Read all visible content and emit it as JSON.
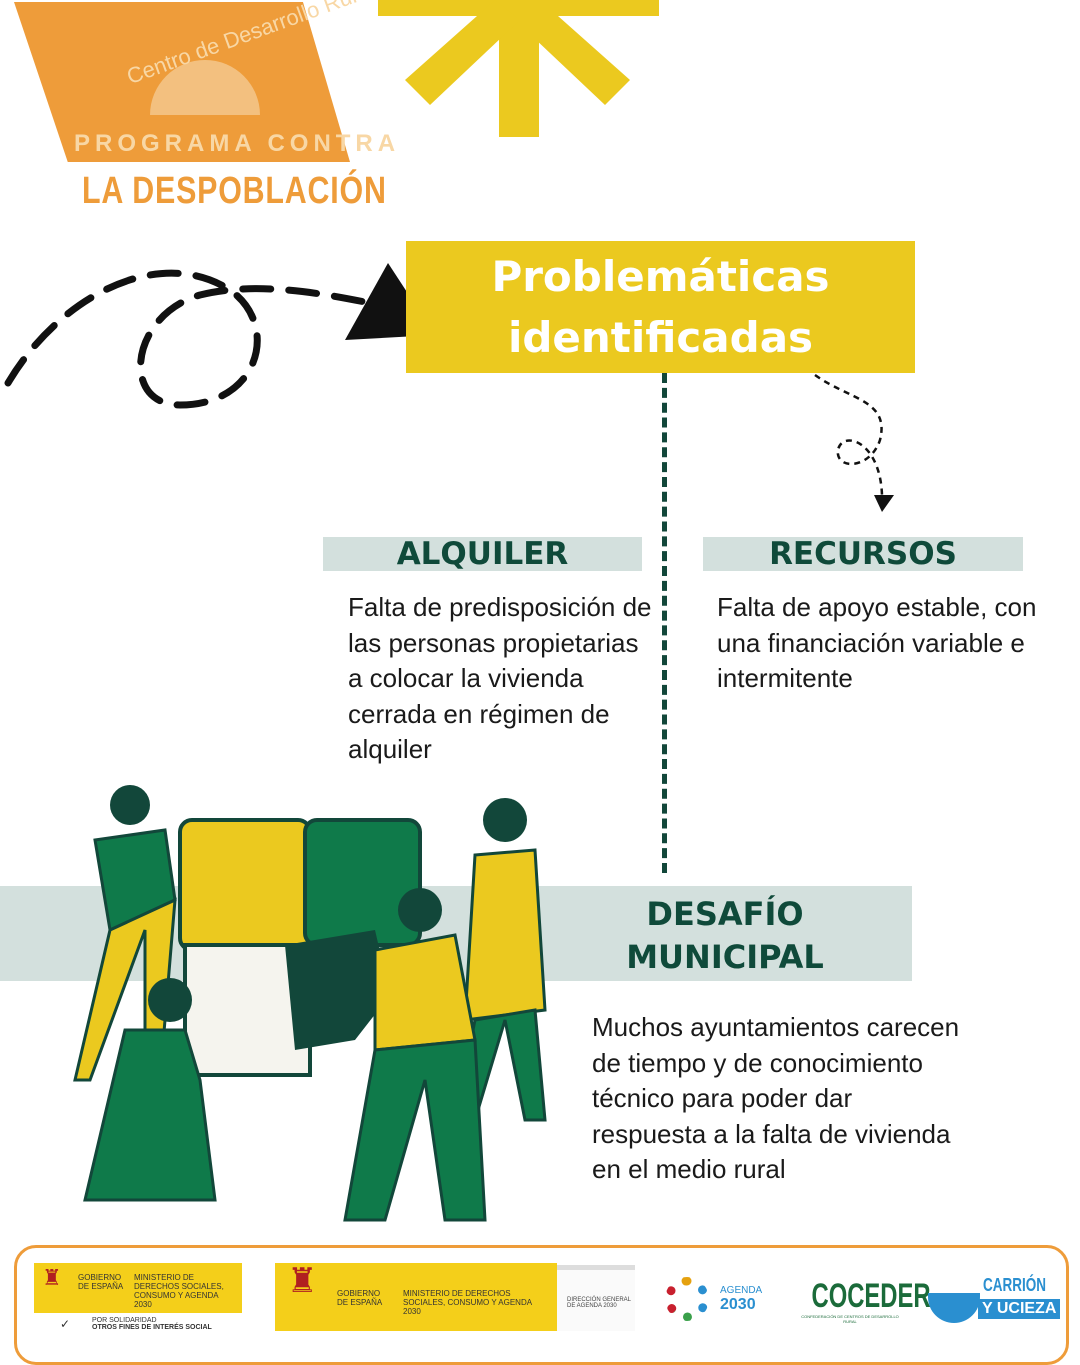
{
  "logo": {
    "arc_text": "Centro de Desarrollo Rural",
    "line1": "PROGRAMA CONTRA",
    "line2": "LA DESPOBLACIÓN"
  },
  "title": {
    "line1": "Problemáticas",
    "line2": "identificadas"
  },
  "sections": [
    {
      "heading": "ALQUILER",
      "text": "Falta de predisposición de las personas propietarias a colocar la vivienda cerrada en régimen de alquiler"
    },
    {
      "heading": "RECURSOS",
      "text": "Falta de apoyo estable, con una financiación variable e intermitente"
    },
    {
      "heading_line1": "DESAFÍO",
      "heading_line2": "MUNICIPAL",
      "text": "Muchos ayuntamientos carecen de tiempo y de conocimiento técnico para poder dar respuesta a la falta de vivienda en el medio rural"
    }
  ],
  "footer": {
    "gov1": "GOBIERNO DE ESPAÑA",
    "min1": "MINISTERIO DE DERECHOS SOCIALES, CONSUMO Y AGENDA 2030",
    "solidarity1": "POR SOLIDARIDAD",
    "solidarity2": "OTROS FINES DE INTERÉS SOCIAL",
    "gov2": "GOBIERNO DE ESPAÑA",
    "min2": "MINISTERIO DE DERECHOS SOCIALES, CONSUMO Y AGENDA 2030",
    "dg": "DIRECCIÓN GENERAL DE AGENDA 2030",
    "agenda1": "AGENDA",
    "agenda2": "2030",
    "coceder": "COCEDER",
    "coceder_sub": "CONFEDERACIÓN DE CENTROS DE DESARROLLO RURAL",
    "carrion1": "CARRIÓN",
    "carrion2": "Y UCIEZA"
  },
  "colors": {
    "yellow": "#ebc91f",
    "green": "#0f4a3a",
    "band": "#d3e0dd",
    "orange": "#ee9c3a"
  }
}
